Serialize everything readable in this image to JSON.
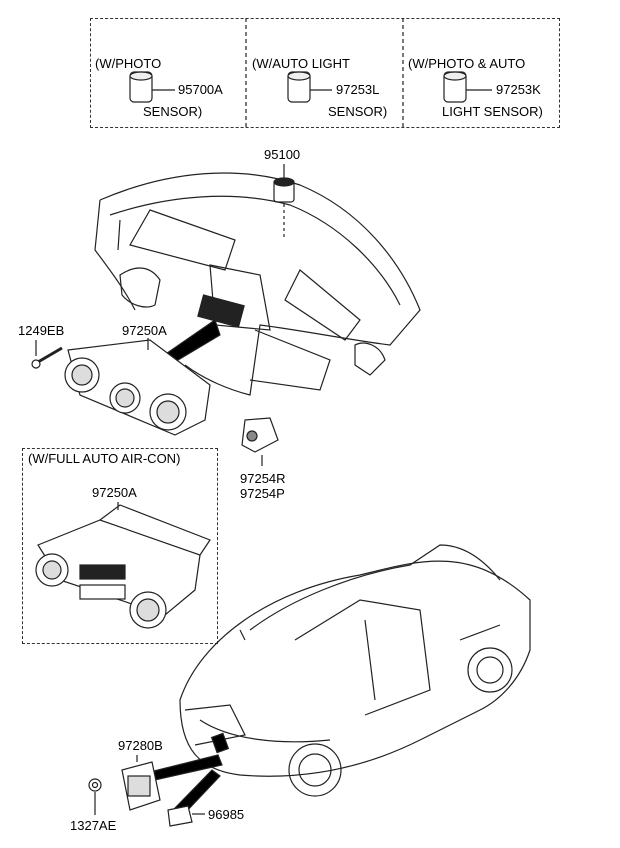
{
  "sensor_box": {
    "photo_sensor": {
      "line1": "(W/PHOTO",
      "line2": "SENSOR)",
      "part": "95700A"
    },
    "auto_light_sensor": {
      "line1": "(W/AUTO LIGHT",
      "line2": "SENSOR)",
      "part": "97253L"
    },
    "photo_auto_light_sensor": {
      "line1": "(W/PHOTO & AUTO",
      "line2": "LIGHT SENSOR)",
      "part": "97253K"
    }
  },
  "dash": {
    "sensor_part": "95100",
    "screw_part": "1249EB",
    "heater_control_part": "97250A",
    "switch_part_r": "97254R",
    "switch_part_p": "97254P"
  },
  "full_auto_box": {
    "title": "(W/FULL AUTO AIR-CON)",
    "part": "97250A"
  },
  "car": {
    "ambient_sensor_part": "97280B",
    "nut_part": "1327AE",
    "clip_part": "96985"
  }
}
